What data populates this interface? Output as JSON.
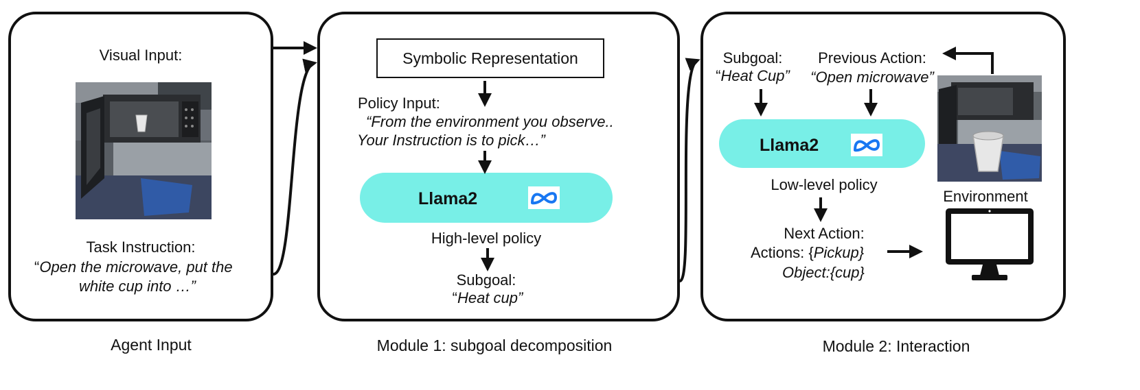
{
  "agent_input": {
    "visual_input_label": "Visual Input:",
    "task_instruction_label": "Task Instruction:",
    "task_line1_quote": "“",
    "task_line1": "Open the microwave, put the",
    "task_line2": "white cup into …”",
    "caption": "Agent Input"
  },
  "module1": {
    "symbolic_representation": "Symbolic Representation",
    "policy_input_label": "Policy Input:",
    "policy_line1": "“From the environment you observe..",
    "policy_line2": "Your Instruction is to pick…”",
    "llama_label": "Llama2",
    "policy_name": "High-level policy",
    "subgoal_label": "Subgoal:",
    "subgoal_open_quote": "“",
    "subgoal_value": "Heat cup”",
    "caption": "Module 1: subgoal decomposition"
  },
  "module2": {
    "subgoal_label": "Subgoal:",
    "subgoal_open_quote": "“",
    "subgoal_value": "Heat Cup”",
    "previous_action_label": "Previous Action:",
    "previous_action_value": "“Open microwave”",
    "llama_label": "Llama2",
    "policy_name": "Low-level policy",
    "next_action_label": "Next Action:",
    "actions_prefix": "Actions: {",
    "actions_value": "Pickup}",
    "object_value": "Object:{cup}",
    "environment_label": "Environment",
    "caption": "Module 2: Interaction"
  },
  "colors": {
    "llama_fill": "#78efe7",
    "meta_blue": "#1877f2"
  }
}
